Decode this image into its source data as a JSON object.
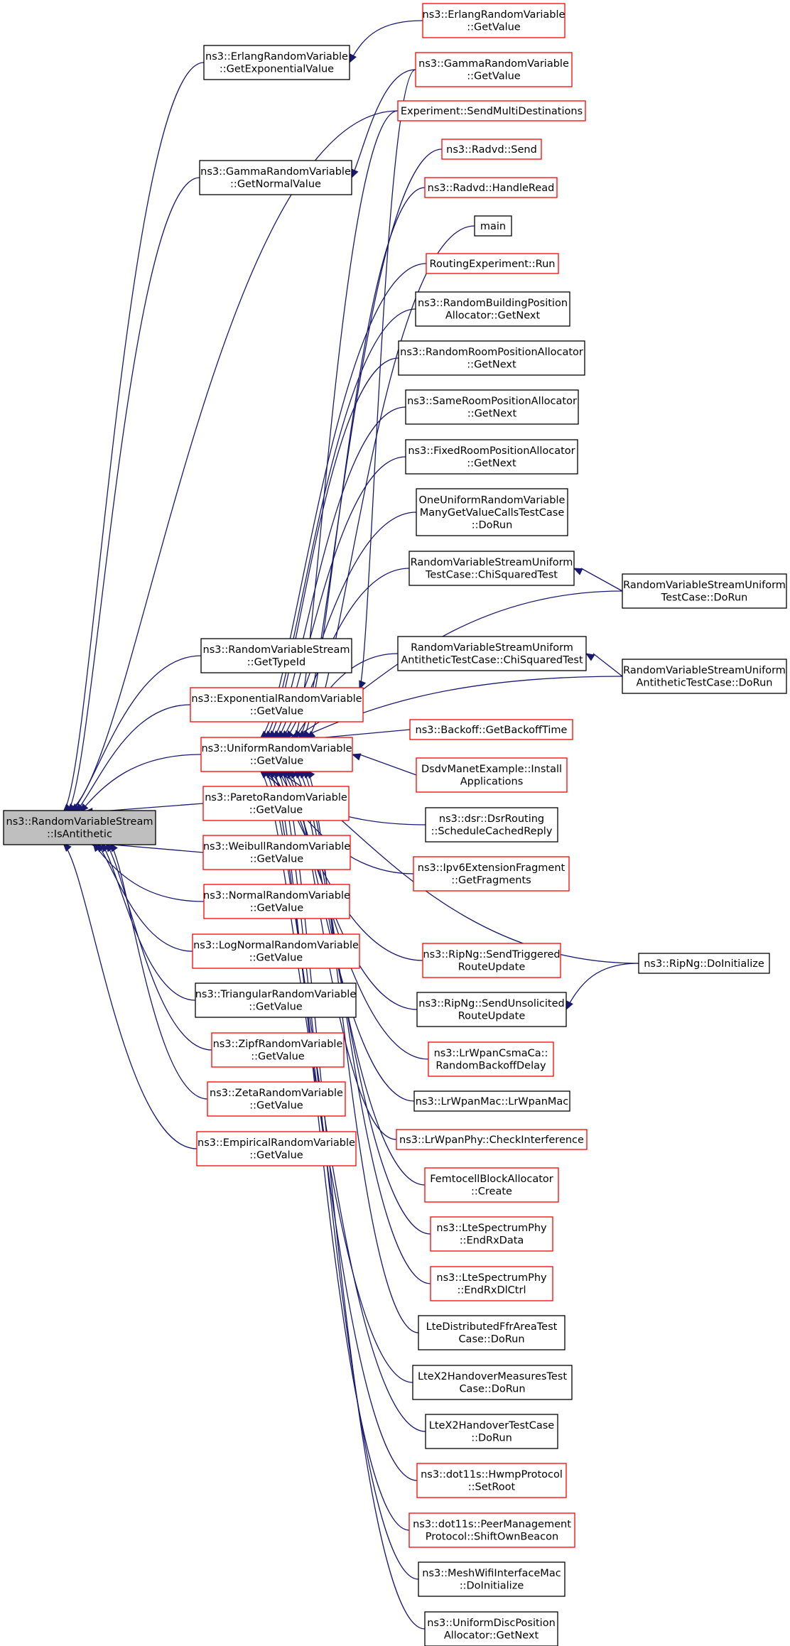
{
  "graph": {
    "colors": {
      "edge": "#191970",
      "focus_fill": "#bfbfbf",
      "focus_border": "#000000",
      "truncated_border": "#ff0000",
      "normal_border": "#000000"
    },
    "nodes": [
      {
        "id": "focus",
        "lines": [
          "ns3::RandomVariableStream",
          "::IsAntithetic"
        ],
        "style": "focus"
      },
      {
        "id": "erlang_exp",
        "lines": [
          "ns3::ErlangRandomVariable",
          "::GetExponentialValue"
        ],
        "style": "normal"
      },
      {
        "id": "gamma_norm",
        "lines": [
          "ns3::GammaRandomVariable",
          "::GetNormalValue"
        ],
        "style": "normal"
      },
      {
        "id": "stream_typeid",
        "lines": [
          "ns3::RandomVariableStream",
          "::GetTypeId"
        ],
        "style": "normal"
      },
      {
        "id": "exp_gv",
        "lines": [
          "ns3::ExponentialRandomVariable",
          "::GetValue"
        ],
        "style": "truncated"
      },
      {
        "id": "uni_gv",
        "lines": [
          "ns3::UniformRandomVariable",
          "::GetValue"
        ],
        "style": "truncated"
      },
      {
        "id": "pareto_gv",
        "lines": [
          "ns3::ParetoRandomVariable",
          "::GetValue"
        ],
        "style": "truncated"
      },
      {
        "id": "weibull_gv",
        "lines": [
          "ns3::WeibullRandomVariable",
          "::GetValue"
        ],
        "style": "truncated"
      },
      {
        "id": "normal_gv",
        "lines": [
          "ns3::NormalRandomVariable",
          "::GetValue"
        ],
        "style": "truncated"
      },
      {
        "id": "lognormal_gv",
        "lines": [
          "ns3::LogNormalRandomVariable",
          "::GetValue"
        ],
        "style": "truncated"
      },
      {
        "id": "tri_gv",
        "lines": [
          "ns3::TriangularRandomVariable",
          "::GetValue"
        ],
        "style": "normal"
      },
      {
        "id": "zipf_gv",
        "lines": [
          "ns3::ZipfRandomVariable",
          "::GetValue"
        ],
        "style": "truncated"
      },
      {
        "id": "zeta_gv",
        "lines": [
          "ns3::ZetaRandomVariable",
          "::GetValue"
        ],
        "style": "truncated"
      },
      {
        "id": "emp_gv",
        "lines": [
          "ns3::EmpiricalRandomVariable",
          "::GetValue"
        ],
        "style": "truncated"
      },
      {
        "id": "erlang_gv",
        "lines": [
          "ns3::ErlangRandomVariable",
          "::GetValue"
        ],
        "style": "truncated"
      },
      {
        "id": "gamma_gv",
        "lines": [
          "ns3::GammaRandomVariable",
          "::GetValue"
        ],
        "style": "truncated"
      },
      {
        "id": "exp_smd",
        "lines": [
          "Experiment::SendMultiDestinations"
        ],
        "style": "truncated"
      },
      {
        "id": "radvd_send",
        "lines": [
          "ns3::Radvd::Send"
        ],
        "style": "truncated"
      },
      {
        "id": "radvd_hr",
        "lines": [
          "ns3::Radvd::HandleRead"
        ],
        "style": "truncated"
      },
      {
        "id": "main",
        "lines": [
          "main"
        ],
        "style": "normal"
      },
      {
        "id": "routing_run",
        "lines": [
          "RoutingExperiment::Run"
        ],
        "style": "truncated"
      },
      {
        "id": "rbpa",
        "lines": [
          "ns3::RandomBuildingPosition",
          "Allocator::GetNext"
        ],
        "style": "normal"
      },
      {
        "id": "rrpa",
        "lines": [
          "ns3::RandomRoomPositionAllocator",
          "::GetNext"
        ],
        "style": "normal"
      },
      {
        "id": "srpa",
        "lines": [
          "ns3::SameRoomPositionAllocator",
          "::GetNext"
        ],
        "style": "normal"
      },
      {
        "id": "frpa",
        "lines": [
          "ns3::FixedRoomPositionAllocator",
          "::GetNext"
        ],
        "style": "normal"
      },
      {
        "id": "ourv",
        "lines": [
          "OneUniformRandomVariable",
          "ManyGetValueCallsTestCase",
          "::DoRun"
        ],
        "style": "normal"
      },
      {
        "id": "rvsu_chi",
        "lines": [
          "RandomVariableStreamUniform",
          "TestCase::ChiSquaredTest"
        ],
        "style": "normal"
      },
      {
        "id": "rvsu_dorun",
        "lines": [
          "RandomVariableStreamUniform",
          "TestCase::DoRun"
        ],
        "style": "normal"
      },
      {
        "id": "rvsua_chi",
        "lines": [
          "RandomVariableStreamUniform",
          "AntitheticTestCase::ChiSquaredTest"
        ],
        "style": "normal"
      },
      {
        "id": "rvsua_dorun",
        "lines": [
          "RandomVariableStreamUniform",
          "AntitheticTestCase::DoRun"
        ],
        "style": "normal"
      },
      {
        "id": "backoff",
        "lines": [
          "ns3::Backoff::GetBackoffTime"
        ],
        "style": "truncated"
      },
      {
        "id": "dsdv",
        "lines": [
          "DsdvManetExample::Install",
          "Applications"
        ],
        "style": "truncated"
      },
      {
        "id": "dsr",
        "lines": [
          "ns3::dsr::DsrRouting",
          "::ScheduleCachedReply"
        ],
        "style": "normal"
      },
      {
        "id": "ipv6frag",
        "lines": [
          "ns3::Ipv6ExtensionFragment",
          "::GetFragments"
        ],
        "style": "truncated"
      },
      {
        "id": "ripng_st",
        "lines": [
          "ns3::RipNg::SendTriggered",
          "RouteUpdate"
        ],
        "style": "truncated"
      },
      {
        "id": "ripng_init",
        "lines": [
          "ns3::RipNg::DoInitialize"
        ],
        "style": "normal"
      },
      {
        "id": "ripng_su",
        "lines": [
          "ns3::RipNg::SendUnsolicited",
          "RouteUpdate"
        ],
        "style": "normal"
      },
      {
        "id": "lrwpan_csma",
        "lines": [
          "ns3::LrWpanCsmaCa::",
          "RandomBackoffDelay"
        ],
        "style": "truncated"
      },
      {
        "id": "lrwpan_mac",
        "lines": [
          "ns3::LrWpanMac::LrWpanMac"
        ],
        "style": "normal"
      },
      {
        "id": "lrwpan_phy",
        "lines": [
          "ns3::LrWpanPhy::CheckInterference"
        ],
        "style": "truncated"
      },
      {
        "id": "femto",
        "lines": [
          "FemtocellBlockAllocator",
          "::Create"
        ],
        "style": "truncated"
      },
      {
        "id": "lte_rxdata",
        "lines": [
          "ns3::LteSpectrumPhy",
          "::EndRxData"
        ],
        "style": "truncated"
      },
      {
        "id": "lte_rxdl",
        "lines": [
          "ns3::LteSpectrumPhy",
          "::EndRxDlCtrl"
        ],
        "style": "truncated"
      },
      {
        "id": "lte_ffr",
        "lines": [
          "LteDistributedFfrAreaTest",
          "Case::DoRun"
        ],
        "style": "normal"
      },
      {
        "id": "ltex2_meas",
        "lines": [
          "LteX2HandoverMeasuresTest",
          "Case::DoRun"
        ],
        "style": "normal"
      },
      {
        "id": "ltex2",
        "lines": [
          "LteX2HandoverTestCase",
          "::DoRun"
        ],
        "style": "normal"
      },
      {
        "id": "hwmp",
        "lines": [
          "ns3::dot11s::HwmpProtocol",
          "::SetRoot"
        ],
        "style": "truncated"
      },
      {
        "id": "peer",
        "lines": [
          "ns3::dot11s::PeerManagement",
          "Protocol::ShiftOwnBeacon"
        ],
        "style": "truncated"
      },
      {
        "id": "meshwifi",
        "lines": [
          "ns3::MeshWifiInterfaceMac",
          "::DoInitialize"
        ],
        "style": "normal"
      },
      {
        "id": "udpa",
        "lines": [
          "ns3::UniformDiscPosition",
          "Allocator::GetNext"
        ],
        "style": "normal"
      }
    ]
  }
}
